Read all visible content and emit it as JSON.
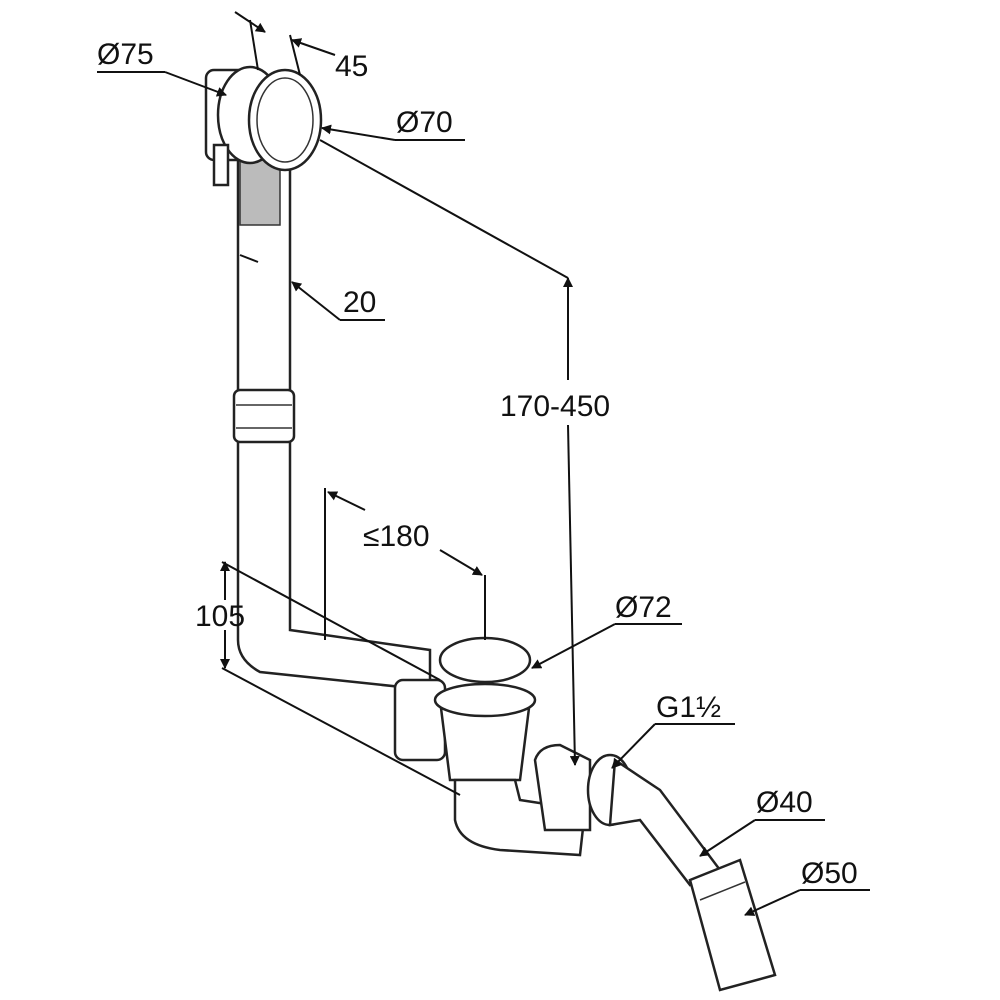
{
  "labels": {
    "overflow_diameter": "Ø75",
    "overflow_depth": "45",
    "cover_diameter": "Ø70",
    "tube_diameter": "20",
    "height_range": "170-450",
    "horizontal_length": "≤180",
    "waste_height": "105",
    "waste_diameter": "Ø72",
    "thread_size": "G1½",
    "outlet_inner_diameter": "Ø40",
    "outlet_outer_diameter": "Ø50"
  }
}
